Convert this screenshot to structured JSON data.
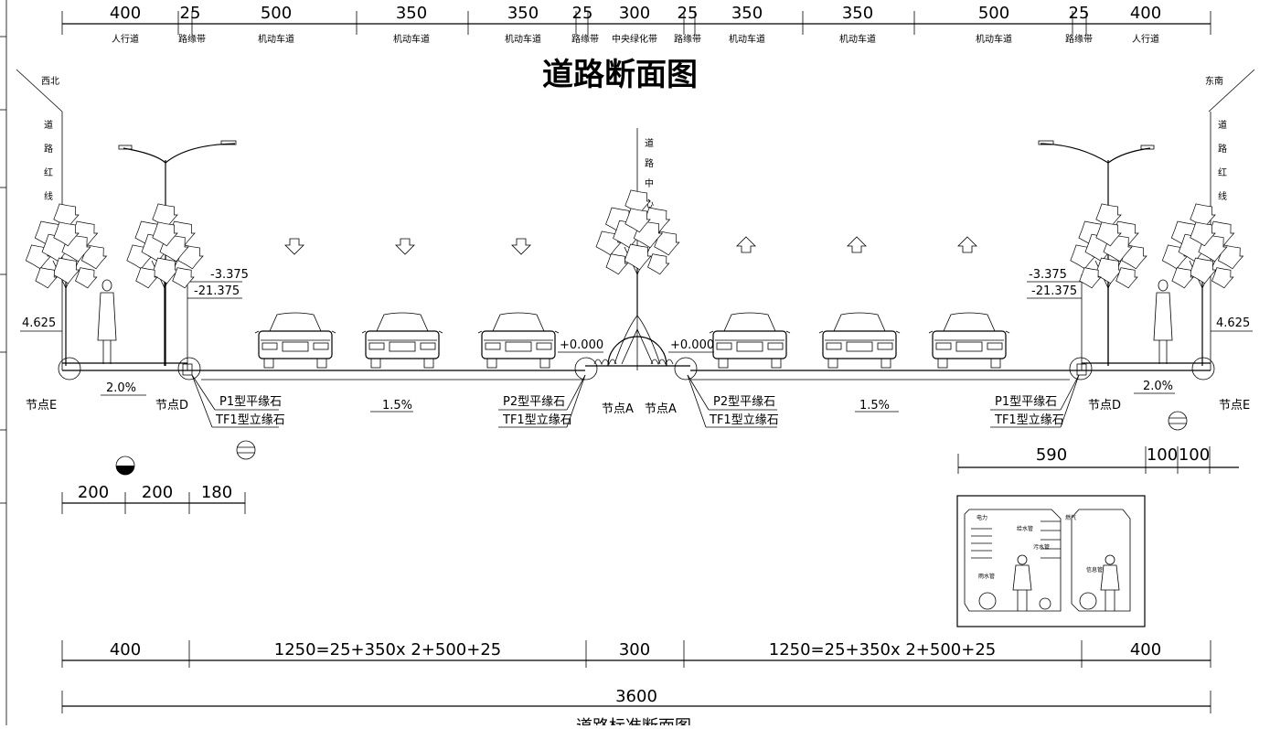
{
  "title": "道路断面图",
  "subtitle_partial": "道路标准断面图",
  "top_dimensions": [
    {
      "value": "400",
      "label": "人行道"
    },
    {
      "value": "25",
      "label": "路缘带"
    },
    {
      "value": "500",
      "label": "机动车道"
    },
    {
      "value": "350",
      "label": "机动车道"
    },
    {
      "value": "350",
      "label": "机动车道"
    },
    {
      "value": "25",
      "label": "路缘带"
    },
    {
      "value": "300",
      "label": "中央绿化带"
    },
    {
      "value": "25",
      "label": "路缘带"
    },
    {
      "value": "350",
      "label": "机动车道"
    },
    {
      "value": "350",
      "label": "机动车道"
    },
    {
      "value": "500",
      "label": "机动车道"
    },
    {
      "value": "25",
      "label": "路缘带"
    },
    {
      "value": "400",
      "label": "人行道"
    }
  ],
  "direction_left": "西北",
  "direction_right": "东南",
  "red_line_label": "道路红线",
  "center_line_label": "道路中心线",
  "elevations": {
    "left_top": "-3.375",
    "left_bottom": "-21.375",
    "right_top": "-3.375",
    "right_bottom": "-21.375",
    "side_left": "4.625",
    "side_right": "4.625",
    "center_left": "+0.000",
    "center_right": "+0.000"
  },
  "slopes": {
    "left_walk": "2.0%",
    "left_road": "1.5%",
    "right_road": "1.5%",
    "right_walk": "2.0%"
  },
  "nodes": {
    "e_left": "节点E",
    "d_left": "节点D",
    "a_left": "节点A",
    "a_right": "节点A",
    "d_right": "节点D",
    "e_right": "节点E"
  },
  "curb_labels": {
    "p1_flat": "P1型平缘石",
    "tf1_vertical": "TF1型立缘石",
    "p2_flat": "P2型平缘石"
  },
  "left_small_dims": [
    "200",
    "200",
    "180"
  ],
  "right_small_dims": [
    "590",
    "100",
    "100"
  ],
  "bottom_dims": {
    "walk_left": "400",
    "road_left": "1250=25+350x 2+500+25",
    "median": "300",
    "road_right": "1250=25+350x 2+500+25",
    "walk_right": "400",
    "total": "3600"
  },
  "utility_labels": [
    "电力",
    "给水管",
    "燃气",
    "雨水管",
    "污水管",
    "信息管"
  ]
}
